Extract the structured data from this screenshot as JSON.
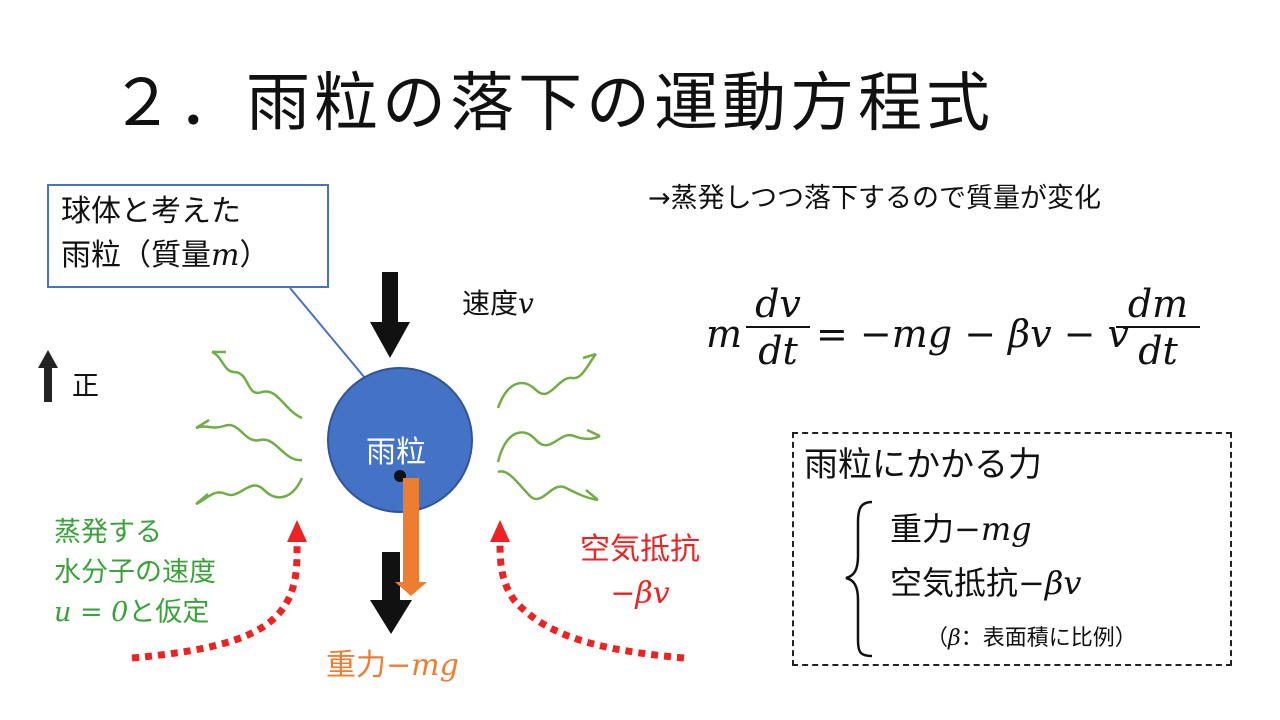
{
  "title": "２．雨粒の落下の運動方程式",
  "callout": {
    "line1": "球体と考えた",
    "line2_prefix": "雨粒（質量",
    "line2_var": "m",
    "line2_suffix": "）"
  },
  "evap_note": "→蒸発しつつ落下するので質量が変化",
  "speed_label": {
    "text": "速度",
    "var": "v"
  },
  "positive_label": "正",
  "drop_label": "雨粒",
  "evaporation_label": {
    "line1": "蒸発する",
    "line2": "水分子の速度",
    "line3_var": "u = 0",
    "line3_text": "と仮定"
  },
  "drag_label": {
    "line1": "空気抵抗",
    "line2": "−βv"
  },
  "gravity_label": {
    "text": "重力",
    "expr": "−mg"
  },
  "equation": {
    "lhs_m": "m",
    "lhs_num": "dv",
    "lhs_den": "dt",
    "rhs": "= −mg − βv − v",
    "rhs_num": "dm",
    "rhs_den": "dt"
  },
  "forces_box": {
    "title": "雨粒にかかる力",
    "gravity": {
      "text": "重力",
      "expr": "−mg"
    },
    "drag": {
      "text": "空気抵抗",
      "expr": "−βv"
    },
    "note_prefix": "（",
    "note_var": "β",
    "note_text": "：表面積に比例）"
  },
  "colors": {
    "drop": "#4472c4",
    "gravity": "#ed7d31",
    "drag": "#ee2222",
    "evaporation": "#3aa23a",
    "callout_border": "#4472c4"
  }
}
